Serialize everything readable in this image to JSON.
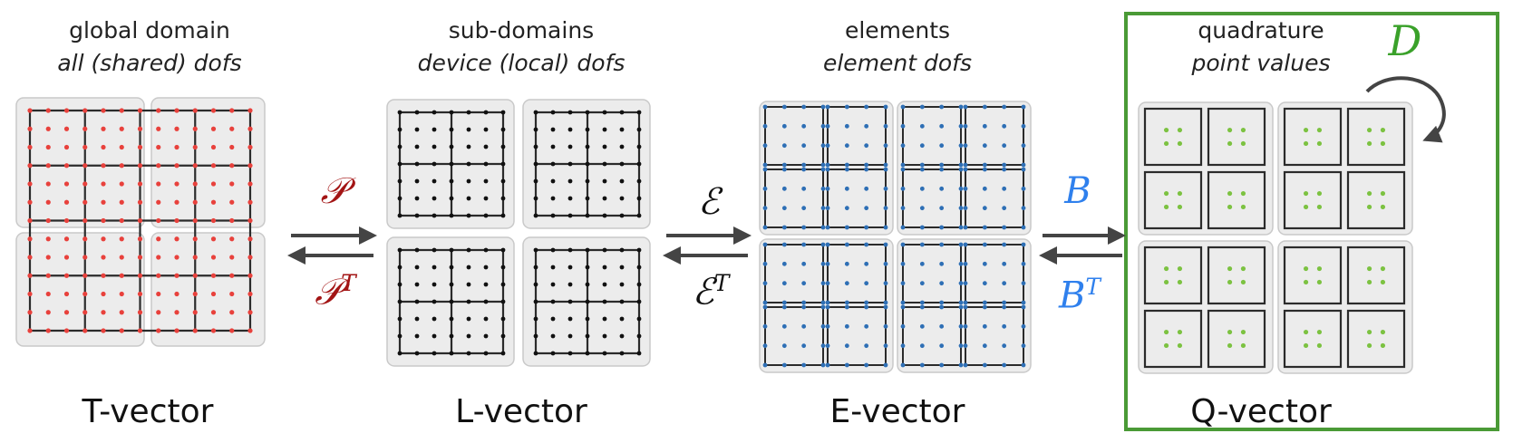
{
  "stages": [
    {
      "title": "global domain",
      "subtitle": "all (shared) dofs",
      "label": "T-vector"
    },
    {
      "title": "sub-domains",
      "subtitle": "device (local) dofs",
      "label": "L-vector"
    },
    {
      "title": "elements",
      "subtitle": "element dofs",
      "label": "E-vector"
    },
    {
      "title": "quadrature",
      "subtitle": "point values",
      "label": "Q-vector"
    }
  ],
  "operators": [
    {
      "forward": "𝒫",
      "transpose": "𝒫",
      "sup": "T",
      "color": "#a31515"
    },
    {
      "forward": "ℰ",
      "transpose": "ℰ",
      "sup": "T",
      "color": "#111111"
    },
    {
      "forward": "B",
      "transpose": "B",
      "sup": "T",
      "color": "#2f80ed"
    }
  ],
  "quadrature_op": {
    "label": "D",
    "color": "#3aa12a"
  },
  "colors": {
    "t_dots": "#e8413c",
    "l_dots": "#111111",
    "e_dots": "#2e6fb5",
    "q_dots": "#7cc241",
    "panel_bg": "#ececec",
    "panel_border": "#c9c9c9",
    "grid_line": "#2b2b2b",
    "arrow": "#444444",
    "frame": "#4a9a36"
  }
}
